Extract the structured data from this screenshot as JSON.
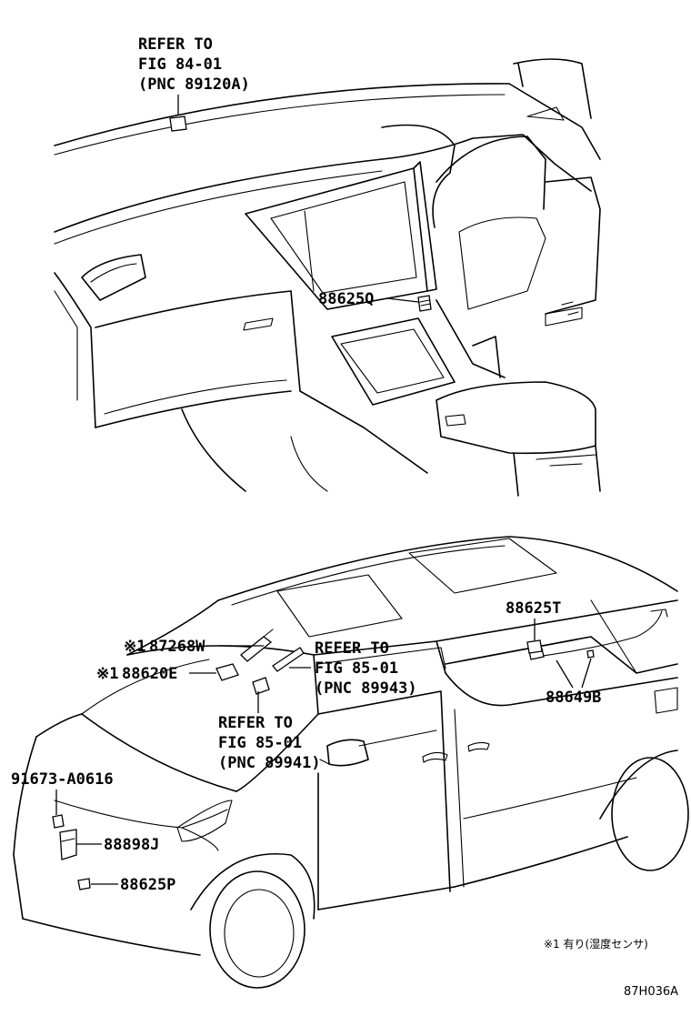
{
  "figure": {
    "dashboard_labels": {
      "refer_84": [
        "REFER TO",
        "FIG 84-01",
        "(PNC 89120A)"
      ],
      "part_88625Q": "88625Q"
    },
    "vehicle_labels": {
      "part_87268W": "87268W",
      "part_88620E": "88620E",
      "mark_87268W": "※1",
      "mark_88620E": "※1",
      "refer_85_89943": [
        "REFER TO",
        "FIG 85-01",
        "(PNC 89943)"
      ],
      "refer_85_89941": [
        "REFER TO",
        "FIG 85-01",
        "(PNC 89941)"
      ],
      "part_91673": "91673-A0616",
      "part_88898J": "88898J",
      "part_88625P": "88625P",
      "part_88625T": "88625T",
      "part_88649B": "88649B"
    },
    "footnote": "※1 有り(湿度センサ)",
    "code": "87H036A"
  }
}
